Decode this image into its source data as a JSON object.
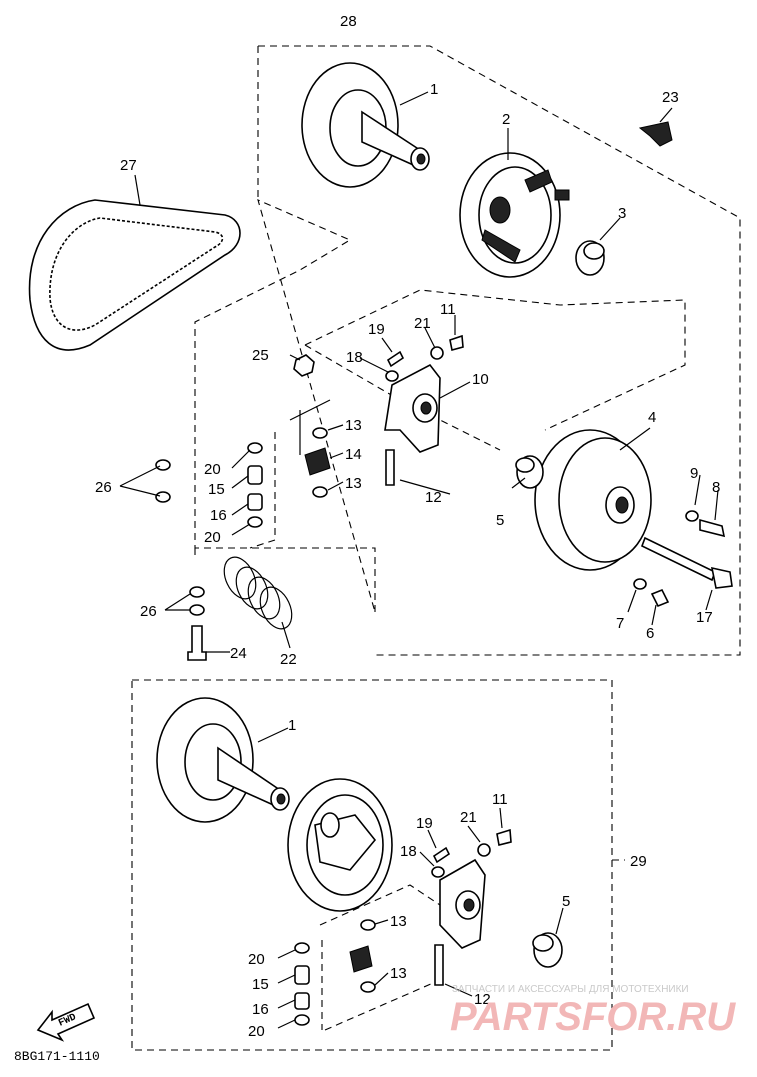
{
  "diagram": {
    "top_group_label": "28",
    "bottom_group_label": "29",
    "drawing_code": "8BG171-1110",
    "fwd_label": "FWD",
    "watermark": {
      "caption": "ЗАПЧАСТИ И АКСЕССУАРЫ ДЛЯ МОТОТЕХНИКИ",
      "brand": "PARTSFOR.RU"
    },
    "callouts_top": {
      "p1": "1",
      "p2": "2",
      "p3": "3",
      "p4": "4",
      "p5": "5",
      "p6": "6",
      "p7": "7",
      "p8": "8",
      "p9": "9",
      "p10": "10",
      "p11": "11",
      "p12": "12",
      "p13a": "13",
      "p13b": "13",
      "p14": "14",
      "p15": "15",
      "p16": "16",
      "p17": "17",
      "p18": "18",
      "p19": "19",
      "p20a": "20",
      "p20b": "20",
      "p21": "21",
      "p22": "22",
      "p23": "23",
      "p24": "24",
      "p25": "25",
      "p26a": "26",
      "p26b": "26",
      "p27": "27"
    },
    "callouts_bottom": {
      "p1": "1",
      "p5": "5",
      "p11": "11",
      "p12": "12",
      "p13a": "13",
      "p13b": "13",
      "p15": "15",
      "p16": "16",
      "p18": "18",
      "p19": "19",
      "p20a": "20",
      "p20b": "20",
      "p21": "21"
    }
  }
}
